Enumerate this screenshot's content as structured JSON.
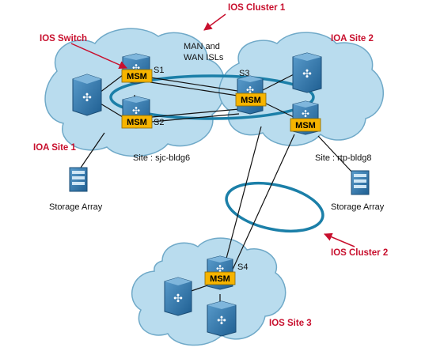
{
  "labels": {
    "ios_cluster_1": "IOS Cluster 1",
    "ios_cluster_2": "IOS Cluster 2",
    "ios_switch": "IOS Switch",
    "ioa_site_1": "IOA Site 1",
    "ioa_site_2": "IOA Site 2",
    "ios_site_3": "IOS Site 3",
    "man_wan_line1": "MAN and",
    "man_wan_line2": "WAN ISLs",
    "site_sjc": "Site : sjc-bldg6",
    "site_rtp": "Site : rtp-bldg8",
    "storage_left": "Storage Array",
    "storage_right": "Storage Array"
  },
  "switch_names": {
    "s1": "S1",
    "s2": "S2",
    "s3": "S3",
    "s4": "S4"
  },
  "msm_label": "MSM",
  "colors": {
    "cloud_fill": "#b9dcee",
    "cloud_stroke": "#6fa9c8",
    "ring": "#1b7fa8",
    "switch": "#2e72a8",
    "msm_fill": "#f6b400",
    "accent_red": "#c8102e"
  }
}
